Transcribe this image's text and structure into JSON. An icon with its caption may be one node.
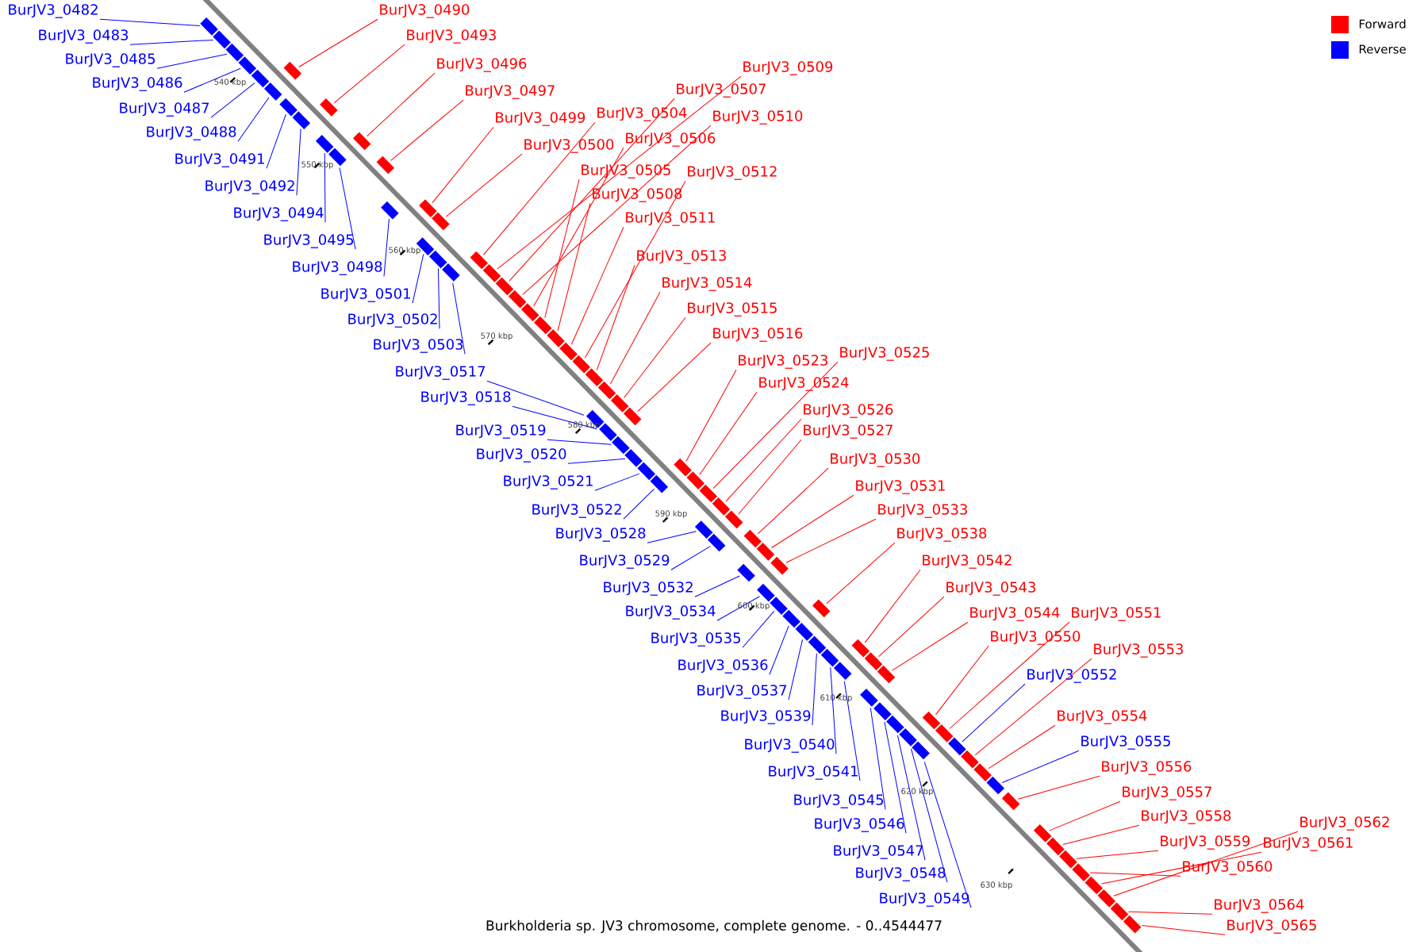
{
  "diagram": {
    "caption": "Burkholderia sp. JV3 chromosome, complete genome. - 0..4544477",
    "nodes": [
      {
        "text": [
          "BurJV3_0482"
        ]
      },
      {
        "text": [
          "BurJV3_0483"
        ]
      },
      {
        "text": [
          "BurJV3_0485"
        ]
      },
      {
        "text": [
          "BurJV3_0486"
        ]
      },
      {
        "text": [
          "BurJV3_0487"
        ]
      },
      {
        "text": [
          "BurJV3_0488"
        ]
      },
      {
        "text": [
          "BurJV3_0491"
        ]
      },
      {
        "text": [
          "BurJV3_0492"
        ]
      },
      {
        "text": [
          "BurJV3_0494"
        ]
      },
      {
        "text": [
          "BurJV3_0495"
        ]
      },
      {
        "text": [
          "BurJV3_0498"
        ]
      },
      {
        "text": [
          "BurJV3_0501"
        ]
      },
      {
        "text": [
          "BurJV3_0502"
        ]
      },
      {
        "text": [
          "BurJV3_0503"
        ]
      },
      {
        "text": [
          "BurJV3_0517"
        ]
      },
      {
        "text": [
          "BurJV3_0518"
        ]
      },
      {
        "text": [
          "BurJV3_0519"
        ]
      },
      {
        "text": [
          "BurJV3_0520"
        ]
      },
      {
        "text": [
          "BurJV3_0521"
        ]
      },
      {
        "text": [
          "BurJV3_0522"
        ]
      },
      {
        "text": [
          "BurJV3_0528"
        ]
      },
      {
        "text": [
          "BurJV3_0529"
        ]
      },
      {
        "text": [
          "BurJV3_0532"
        ]
      },
      {
        "text": [
          "BurJV3_0534"
        ]
      },
      {
        "text": [
          "BurJV3_0535"
        ]
      },
      {
        "text": [
          "BurJV3_0536"
        ]
      },
      {
        "text": [
          "BurJV3_0537"
        ]
      },
      {
        "text": [
          "BurJV3_0539"
        ]
      },
      {
        "text": [
          "BurJV3_0540"
        ]
      },
      {
        "text": [
          "BurJV3_0541"
        ]
      },
      {
        "text": [
          "BurJV3_0545"
        ]
      },
      {
        "text": [
          "BurJV3_0546"
        ]
      },
      {
        "text": [
          "BurJV3_0547"
        ]
      },
      {
        "text": [
          "BurJV3_0548"
        ]
      },
      {
        "text": [
          "BurJV3_0549"
        ]
      },
      {
        "text": [
          "BurJV3_0552"
        ]
      },
      {
        "text": [
          "BurJV3_0555"
        ]
      },
      {
        "text": [
          "BurJV3_0490"
        ]
      },
      {
        "text": [
          "BurJV3_0493"
        ]
      },
      {
        "text": [
          "BurJV3_0496"
        ]
      },
      {
        "text": [
          "BurJV3_0497"
        ]
      },
      {
        "text": [
          "BurJV3_0499"
        ]
      },
      {
        "text": [
          "BurJV3_0500"
        ]
      },
      {
        "text": [
          "BurJV3_0504"
        ]
      },
      {
        "text": [
          "BurJV3_0507"
        ]
      },
      {
        "text": [
          "BurJV3_0509"
        ]
      },
      {
        "text": [
          "BurJV3_0510"
        ]
      },
      {
        "text": [
          "BurJV3_0506"
        ]
      },
      {
        "text": [
          "BurJV3_0505"
        ]
      },
      {
        "text": [
          "BurJV3_0512"
        ]
      },
      {
        "text": [
          "BurJV3_0508"
        ]
      },
      {
        "text": [
          "BurJV3_0511"
        ]
      },
      {
        "text": [
          "BurJV3_0513"
        ]
      },
      {
        "text": [
          "BurJV3_0514"
        ]
      },
      {
        "text": [
          "BurJV3_0515"
        ]
      },
      {
        "text": [
          "BurJV3_0516"
        ]
      },
      {
        "text": [
          "BurJV3_0523"
        ]
      },
      {
        "text": [
          "BurJV3_0525"
        ]
      },
      {
        "text": [
          "BurJV3_0524"
        ]
      },
      {
        "text": [
          "BurJV3_0526"
        ]
      },
      {
        "text": [
          "BurJV3_0527"
        ]
      },
      {
        "text": [
          "BurJV3_0530"
        ]
      },
      {
        "text": [
          "BurJV3_0531"
        ]
      },
      {
        "text": [
          "BurJV3_0533"
        ]
      },
      {
        "text": [
          "BurJV3_0538"
        ]
      },
      {
        "text": [
          "BurJV3_0542"
        ]
      },
      {
        "text": [
          "BurJV3_0543"
        ]
      },
      {
        "text": [
          "BurJV3_0544"
        ]
      },
      {
        "text": [
          "BurJV3_0551"
        ]
      },
      {
        "text": [
          "BurJV3_0550"
        ]
      },
      {
        "text": [
          "BurJV3_0553"
        ]
      },
      {
        "text": [
          "BurJV3_0554"
        ]
      },
      {
        "text": [
          "BurJV3_0556"
        ]
      },
      {
        "text": [
          "BurJV3_0557"
        ]
      },
      {
        "text": [
          "BurJV3_0558"
        ]
      },
      {
        "text": [
          "BurJV3_0559"
        ]
      },
      {
        "text": [
          "BurJV3_0562"
        ]
      },
      {
        "text": [
          "BurJV3_0561"
        ]
      },
      {
        "text": [
          "BurJV3_0560"
        ]
      },
      {
        "text": [
          "BurJV3_0564"
        ]
      },
      {
        "text": [
          "BurJV3_0565"
        ]
      },
      {
        "text": [],
        "shape": "box"
      },
      {
        "text": [],
        "shape": "box"
      },
      {
        "text": [],
        "shape": "box"
      },
      {
        "text": [],
        "shape": "box"
      },
      {
        "text": [],
        "shape": "box"
      },
      {
        "text": [],
        "shape": "box"
      },
      {
        "text": [],
        "shape": "box"
      },
      {
        "text": [],
        "shape": "box"
      },
      {
        "text": [],
        "shape": "box"
      },
      {
        "text": [],
        "shape": "box"
      },
      {
        "text": [],
        "shape": "box"
      },
      {
        "text": [],
        "shape": "box"
      },
      {
        "text": [],
        "shape": "box"
      },
      {
        "text": [],
        "shape": "box"
      },
      {
        "text": [],
        "shape": "box"
      },
      {
        "text": [],
        "shape": "box"
      },
      {
        "text": [],
        "shape": "box"
      },
      {
        "text": [],
        "shape": "box"
      },
      {
        "text": [],
        "shape": "box"
      },
      {
        "text": [],
        "shape": "box"
      },
      {
        "text": [],
        "shape": "box"
      },
      {
        "text": [],
        "shape": "box"
      },
      {
        "text": [],
        "shape": "box"
      },
      {
        "text": [],
        "shape": "box"
      },
      {
        "text": [],
        "shape": "box"
      },
      {
        "text": [],
        "shape": "box"
      },
      {
        "text": [],
        "shape": "box"
      },
      {
        "text": [],
        "shape": "box"
      },
      {
        "text": [],
        "shape": "box"
      },
      {
        "text": [],
        "shape": "box"
      },
      {
        "text": [],
        "shape": "box"
      },
      {
        "text": [],
        "shape": "box"
      },
      {
        "text": [],
        "shape": "box"
      },
      {
        "text": [],
        "shape": "box"
      },
      {
        "text": [],
        "shape": "box"
      },
      {
        "text": [],
        "shape": "box"
      },
      {
        "text": [],
        "shape": "box"
      },
      {
        "text": [],
        "shape": "box"
      },
      {
        "text": [],
        "shape": "box"
      },
      {
        "text": [],
        "shape": "box"
      },
      {
        "text": [],
        "shape": "box"
      },
      {
        "text": [],
        "shape": "box"
      },
      {
        "text": [],
        "shape": "box"
      },
      {
        "text": [],
        "shape": "box"
      },
      {
        "text": [],
        "shape": "box"
      },
      {
        "text": [],
        "shape": "box"
      },
      {
        "text": [],
        "shape": "box"
      },
      {
        "text": [],
        "shape": "box"
      },
      {
        "text": [],
        "shape": "box"
      },
      {
        "text": [],
        "shape": "box"
      },
      {
        "text": [],
        "shape": "box"
      },
      {
        "text": [],
        "shape": "box"
      },
      {
        "text": [],
        "shape": "box"
      },
      {
        "text": [],
        "shape": "box"
      },
      {
        "text": [],
        "shape": "box"
      },
      {
        "text": [],
        "shape": "box"
      },
      {
        "text": [],
        "shape": "box"
      },
      {
        "text": [],
        "shape": "box"
      },
      {
        "text": [],
        "shape": "box"
      },
      {
        "text": [],
        "shape": "box"
      },
      {
        "text": [],
        "shape": "box"
      },
      {
        "text": [],
        "shape": "box"
      },
      {
        "text": [],
        "shape": "box"
      },
      {
        "text": [],
        "shape": "box"
      },
      {
        "text": [],
        "shape": "box"
      },
      {
        "text": [],
        "shape": "box"
      },
      {
        "text": [],
        "shape": "box"
      },
      {
        "text": [],
        "shape": "box"
      },
      {
        "text": [],
        "shape": "box"
      },
      {
        "text": [],
        "shape": "box"
      },
      {
        "text": [],
        "shape": "box"
      },
      {
        "text": [],
        "shape": "box"
      },
      {
        "text": [],
        "shape": "box"
      },
      {
        "text": [],
        "shape": "box"
      },
      {
        "text": [],
        "shape": "box"
      },
      {
        "text": [],
        "shape": "box"
      },
      {
        "text": [],
        "shape": "box"
      },
      {
        "text": [],
        "shape": "box"
      },
      {
        "text": [],
        "shape": "box"
      },
      {
        "text": [],
        "shape": "box"
      },
      {
        "text": [],
        "shape": "box"
      }
    ],
    "edges": [
      {
        "from": 0,
        "to": 81,
        "arrow": "none",
        "color": "#0000ff"
      },
      {
        "from": 1,
        "to": 82,
        "arrow": "none",
        "color": "#0000ff"
      },
      {
        "from": 2,
        "to": 83,
        "arrow": "none",
        "color": "#0000ff"
      },
      {
        "from": 3,
        "to": 84,
        "arrow": "none",
        "color": "#0000ff"
      },
      {
        "from": 4,
        "to": 85,
        "arrow": "none",
        "color": "#0000ff"
      },
      {
        "from": 5,
        "to": 86,
        "arrow": "none",
        "color": "#0000ff"
      },
      {
        "from": 6,
        "to": 87,
        "arrow": "none",
        "color": "#0000ff"
      },
      {
        "from": 7,
        "to": 88,
        "arrow": "none",
        "color": "#0000ff"
      },
      {
        "from": 8,
        "to": 89,
        "arrow": "none",
        "color": "#0000ff"
      },
      {
        "from": 9,
        "to": 90,
        "arrow": "none",
        "color": "#0000ff"
      },
      {
        "from": 10,
        "to": 91,
        "arrow": "none",
        "color": "#0000ff"
      },
      {
        "from": 11,
        "to": 92,
        "arrow": "none",
        "color": "#0000ff"
      },
      {
        "from": 12,
        "to": 93,
        "arrow": "none",
        "color": "#0000ff"
      },
      {
        "from": 13,
        "to": 94,
        "arrow": "none",
        "color": "#0000ff"
      },
      {
        "from": 14,
        "to": 95,
        "arrow": "none",
        "color": "#0000ff"
      },
      {
        "from": 15,
        "to": 96,
        "arrow": "none",
        "color": "#0000ff"
      },
      {
        "from": 16,
        "to": 97,
        "arrow": "none",
        "color": "#0000ff"
      },
      {
        "from": 17,
        "to": 98,
        "arrow": "none",
        "color": "#0000ff"
      },
      {
        "from": 18,
        "to": 99,
        "arrow": "none",
        "color": "#0000ff"
      },
      {
        "from": 19,
        "to": 100,
        "arrow": "none",
        "color": "#0000ff"
      },
      {
        "from": 20,
        "to": 101,
        "arrow": "none",
        "color": "#0000ff"
      },
      {
        "from": 21,
        "to": 102,
        "arrow": "none",
        "color": "#0000ff"
      },
      {
        "from": 22,
        "to": 103,
        "arrow": "none",
        "color": "#0000ff"
      },
      {
        "from": 23,
        "to": 104,
        "arrow": "none",
        "color": "#0000ff"
      },
      {
        "from": 24,
        "to": 105,
        "arrow": "none",
        "color": "#0000ff"
      },
      {
        "from": 25,
        "to": 106,
        "arrow": "none",
        "color": "#0000ff"
      },
      {
        "from": 26,
        "to": 107,
        "arrow": "none",
        "color": "#0000ff"
      },
      {
        "from": 27,
        "to": 108,
        "arrow": "none",
        "color": "#0000ff"
      },
      {
        "from": 28,
        "to": 109,
        "arrow": "none",
        "color": "#0000ff"
      },
      {
        "from": 29,
        "to": 110,
        "arrow": "none",
        "color": "#0000ff"
      },
      {
        "from": 30,
        "to": 111,
        "arrow": "none",
        "color": "#0000ff"
      },
      {
        "from": 31,
        "to": 112,
        "arrow": "none",
        "color": "#0000ff"
      },
      {
        "from": 32,
        "to": 113,
        "arrow": "none",
        "color": "#0000ff"
      },
      {
        "from": 33,
        "to": 114,
        "arrow": "none",
        "color": "#0000ff"
      },
      {
        "from": 34,
        "to": 115,
        "arrow": "none",
        "color": "#0000ff"
      },
      {
        "from": 35,
        "to": 116,
        "arrow": "none",
        "color": "#0000ff"
      },
      {
        "from": 36,
        "to": 117,
        "arrow": "none",
        "color": "#0000ff"
      },
      {
        "from": 37,
        "to": 118,
        "arrow": "none"
      },
      {
        "from": 38,
        "to": 119,
        "arrow": "none"
      },
      {
        "from": 39,
        "to": 120,
        "arrow": "none"
      },
      {
        "from": 40,
        "to": 121,
        "arrow": "none"
      },
      {
        "from": 41,
        "to": 122,
        "arrow": "none"
      },
      {
        "from": 42,
        "to": 123,
        "arrow": "none"
      },
      {
        "from": 43,
        "to": 124,
        "arrow": "none"
      },
      {
        "from": 44,
        "to": 125,
        "arrow": "none"
      },
      {
        "from": 45,
        "to": 126,
        "arrow": "none"
      },
      {
        "from": 46,
        "to": 127,
        "arrow": "none"
      },
      {
        "from": 47,
        "to": 128,
        "arrow": "none"
      },
      {
        "from": 48,
        "to": 129,
        "arrow": "none"
      },
      {
        "from": 49,
        "to": 130,
        "arrow": "none"
      },
      {
        "from": 50,
        "to": 131,
        "arrow": "none"
      },
      {
        "from": 51,
        "to": 132,
        "arrow": "none"
      },
      {
        "from": 52,
        "to": 133,
        "arrow": "none"
      },
      {
        "from": 53,
        "to": 134,
        "arrow": "none"
      },
      {
        "from": 54,
        "to": 135,
        "arrow": "none"
      },
      {
        "from": 55,
        "to": 136,
        "arrow": "none"
      },
      {
        "from": 56,
        "to": 137,
        "arrow": "none"
      },
      {
        "from": 57,
        "to": 138,
        "arrow": "none"
      },
      {
        "from": 58,
        "to": 139,
        "arrow": "none"
      },
      {
        "from": 59,
        "to": 140,
        "arrow": "none"
      },
      {
        "from": 60,
        "to": 141,
        "arrow": "none"
      },
      {
        "from": 61,
        "to": 142,
        "arrow": "none"
      },
      {
        "from": 62,
        "to": 143,
        "arrow": "none"
      },
      {
        "from": 63,
        "to": 144,
        "arrow": "none"
      },
      {
        "from": 64,
        "to": 145,
        "arrow": "none"
      },
      {
        "from": 65,
        "to": 146,
        "arrow": "none"
      },
      {
        "from": 66,
        "to": 147,
        "arrow": "none"
      },
      {
        "from": 67,
        "to": 148,
        "arrow": "none"
      },
      {
        "from": 68,
        "to": 149,
        "arrow": "none"
      },
      {
        "from": 69,
        "to": 150,
        "arrow": "none"
      },
      {
        "from": 70,
        "to": 151,
        "arrow": "none"
      },
      {
        "from": 71,
        "to": 152,
        "arrow": "none"
      },
      {
        "from": 72,
        "to": 153,
        "arrow": "none"
      },
      {
        "from": 73,
        "to": 154,
        "arrow": "none"
      },
      {
        "from": 74,
        "to": 155,
        "arrow": "none"
      },
      {
        "from": 75,
        "to": 156,
        "arrow": "none"
      },
      {
        "from": 76,
        "to": 157,
        "arrow": "none"
      },
      {
        "from": 77,
        "to": 158,
        "arrow": "none"
      },
      {
        "from": 78,
        "to": 159,
        "arrow": "none"
      },
      {
        "from": 79,
        "to": 160,
        "arrow": "none"
      },
      {
        "from": 80,
        "to": 161,
        "arrow": "none"
      }
    ],
    "labels": [
      "540 kbp",
      "550 kbp",
      "560 kbp",
      "570 kbp",
      "580 kbp",
      "590 kbp",
      "600 kbp",
      "610 kbp",
      "620 kbp",
      "630 kbp"
    ],
    "legend": [
      {
        "text": "Forward",
        "color": "#ff0000"
      },
      {
        "text": "Reverse",
        "color": "#0000ff"
      }
    ]
  }
}
